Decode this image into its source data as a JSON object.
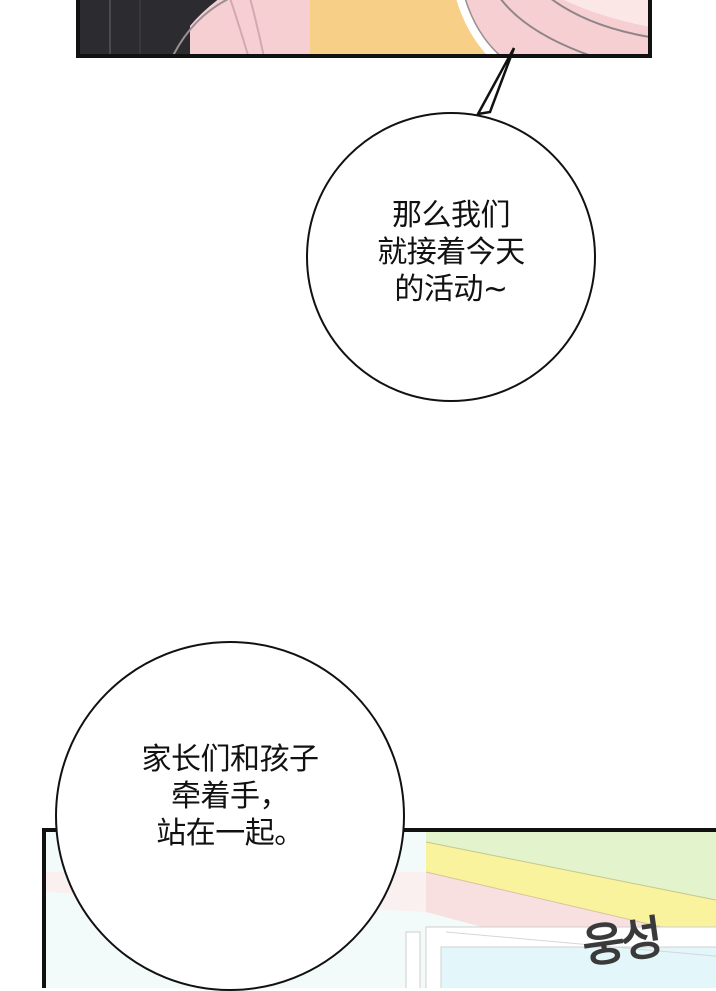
{
  "page": {
    "type": "webcomic-strip",
    "background": "#ffffff"
  },
  "panels": [
    {
      "id": "top-panel",
      "description": "cropped bottom edge of illustrated panel: dark hair, pink clothing, yellow garment",
      "colors": {
        "hair": "#2a2a2e",
        "pink": "#f6cfd3",
        "yellow": "#f8cf86",
        "light-pink": "#fbe4e4"
      }
    },
    {
      "id": "bottom-panel",
      "description": "classroom ceiling/window scene, pastel colors",
      "colors": {
        "green": "#dff2c8",
        "yellow": "#f8f39a",
        "pink": "#f9dede",
        "cyan": "#dff6f8"
      },
      "sfx": "웅성"
    }
  ],
  "bubbles": [
    {
      "id": "speech-1",
      "text": "那么我们\n就接着今天\n的活动~"
    },
    {
      "id": "speech-2",
      "text": "家长们和孩子\n牵着手，\n站在一起。"
    }
  ]
}
